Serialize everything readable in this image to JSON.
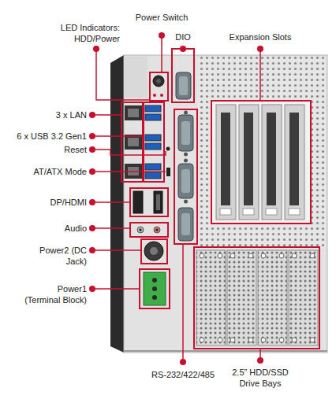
{
  "diagram": {
    "labels": [
      "LED Indicators: HDD/Power",
      "Power Switch",
      "DIO",
      "Expansion Slots",
      "3 x LAN",
      "6 x USB 3.2 Gen1",
      "Reset",
      "AT/ATX Mode",
      "DP/HDMI",
      "Audio",
      "Power2 (DC Jack)",
      "Power1 (Terminal Block)",
      "RS-232/422/485",
      "2.5” HDD/SSD Drive Bays"
    ]
  }
}
